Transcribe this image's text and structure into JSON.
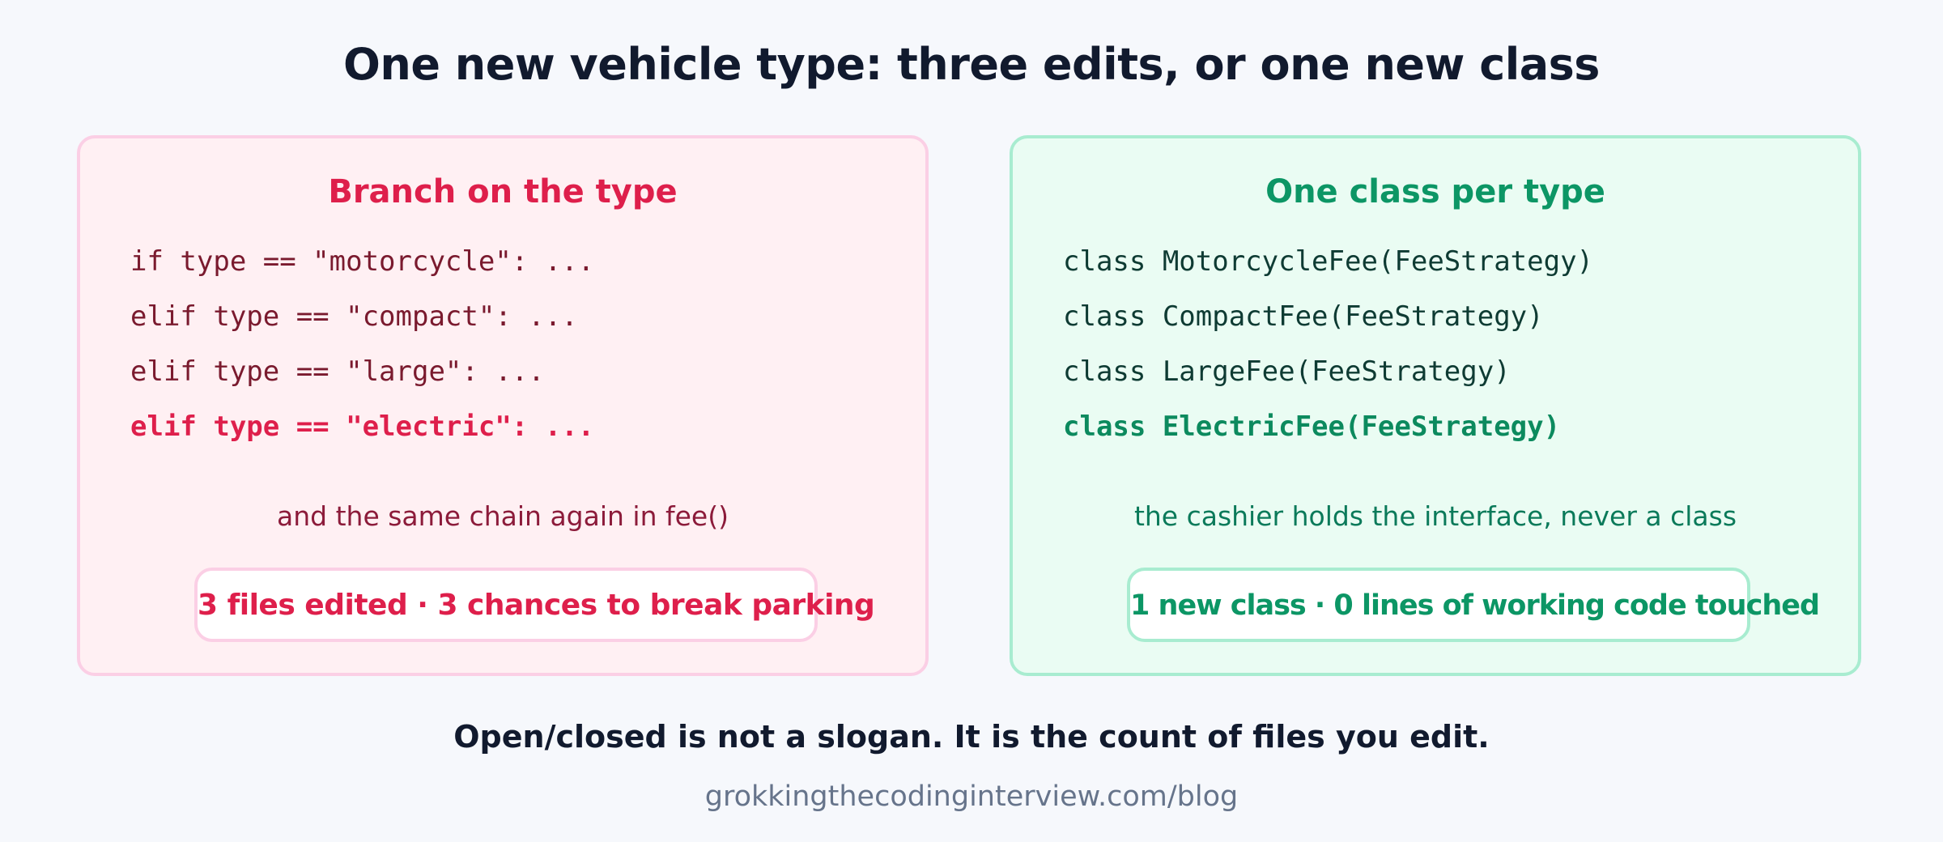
{
  "title": "One new vehicle type: three edits, or one new class",
  "left_panel": {
    "title": "Branch on the type",
    "code_lines": [
      "if type == \"motorcycle\": ...",
      "elif type == \"compact\": ...",
      "elif type == \"large\": ...",
      "elif type == \"electric\": ..."
    ],
    "caption": "and the same chain again in fee()",
    "pill": "3 files edited · 3 chances to break parking"
  },
  "right_panel": {
    "title": "One class per type",
    "code_lines": [
      "class MotorcycleFee(FeeStrategy)",
      "class CompactFee(FeeStrategy)",
      "class LargeFee(FeeStrategy)",
      "class ElectricFee(FeeStrategy)"
    ],
    "caption": "the cashier holds the interface, never a class",
    "pill": "1 new class · 0 lines of working code touched"
  },
  "footer": "Open/closed is not a slogan. It is the count of files you edit.",
  "credit": "grokkingthecodinginterview.com/blog",
  "colors": {
    "left_accent": "#de1f4b",
    "right_accent": "#0c9665",
    "left_background": "#fff0f3",
    "right_background": "#eafcf3",
    "page_background": "#f6f8fc"
  }
}
